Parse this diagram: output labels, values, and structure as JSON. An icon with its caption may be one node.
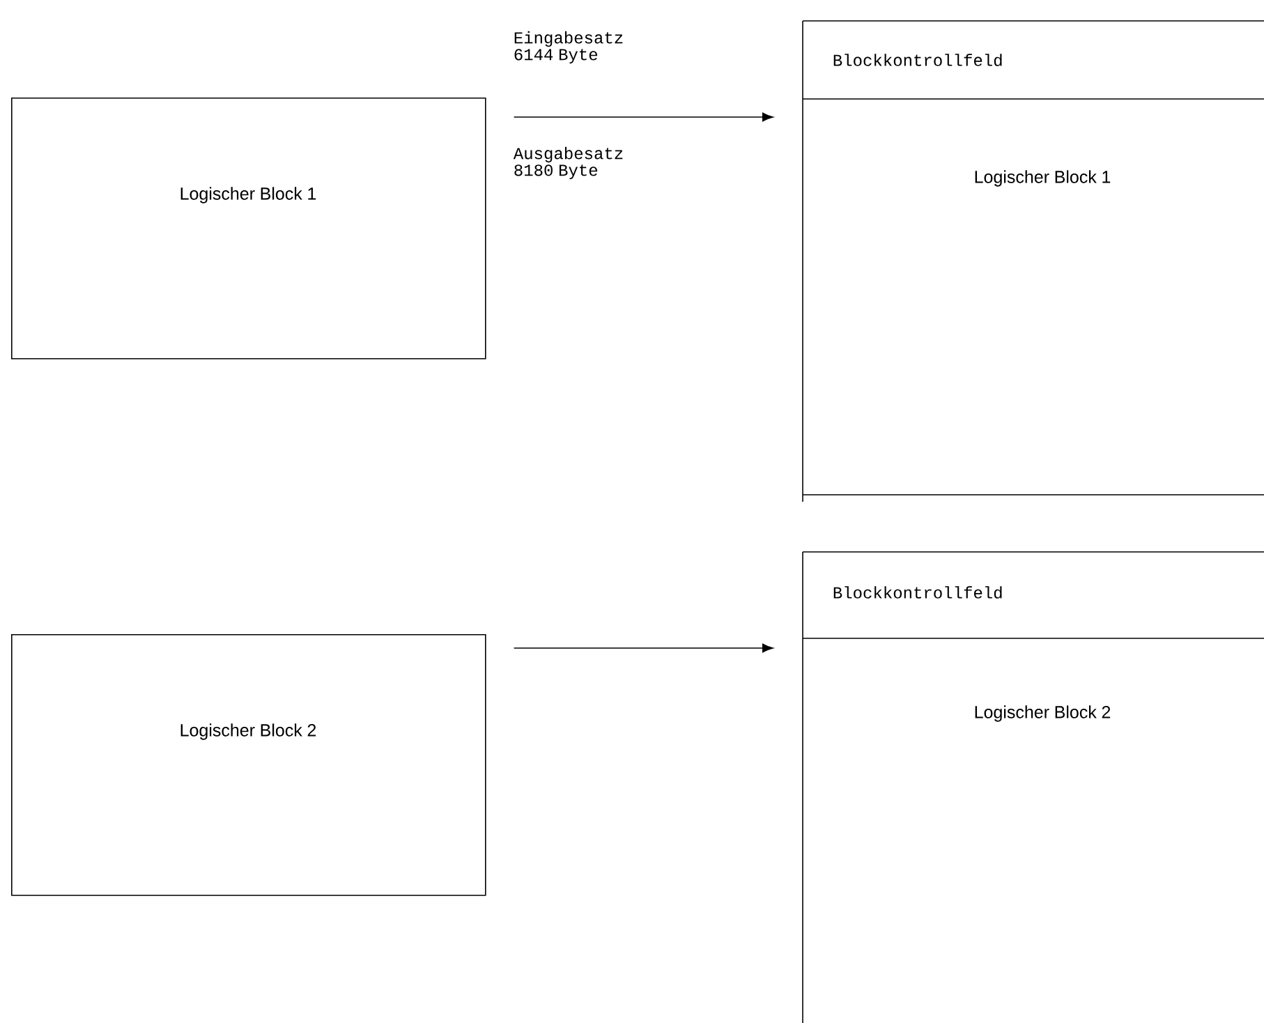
{
  "diagram": {
    "nodes": [
      {
        "text": [
          "Logischer Block 1"
        ]
      },
      {
        "text": [
          "Blockkontrollfeld",
          "Logischer Block 1"
        ]
      },
      {
        "text": [
          "Logischer Block 2"
        ]
      },
      {
        "text": [
          "Blockkontrollfeld",
          "Logischer Block 2"
        ]
      }
    ],
    "edges": [
      {
        "from": 0,
        "to": 1,
        "arrow": "to"
      },
      {
        "from": 2,
        "to": 3,
        "arrow": "to"
      }
    ],
    "labels": [
      "Eingabesatz 6144 Byte",
      "Ausgabesatz 8180 Byte"
    ]
  }
}
